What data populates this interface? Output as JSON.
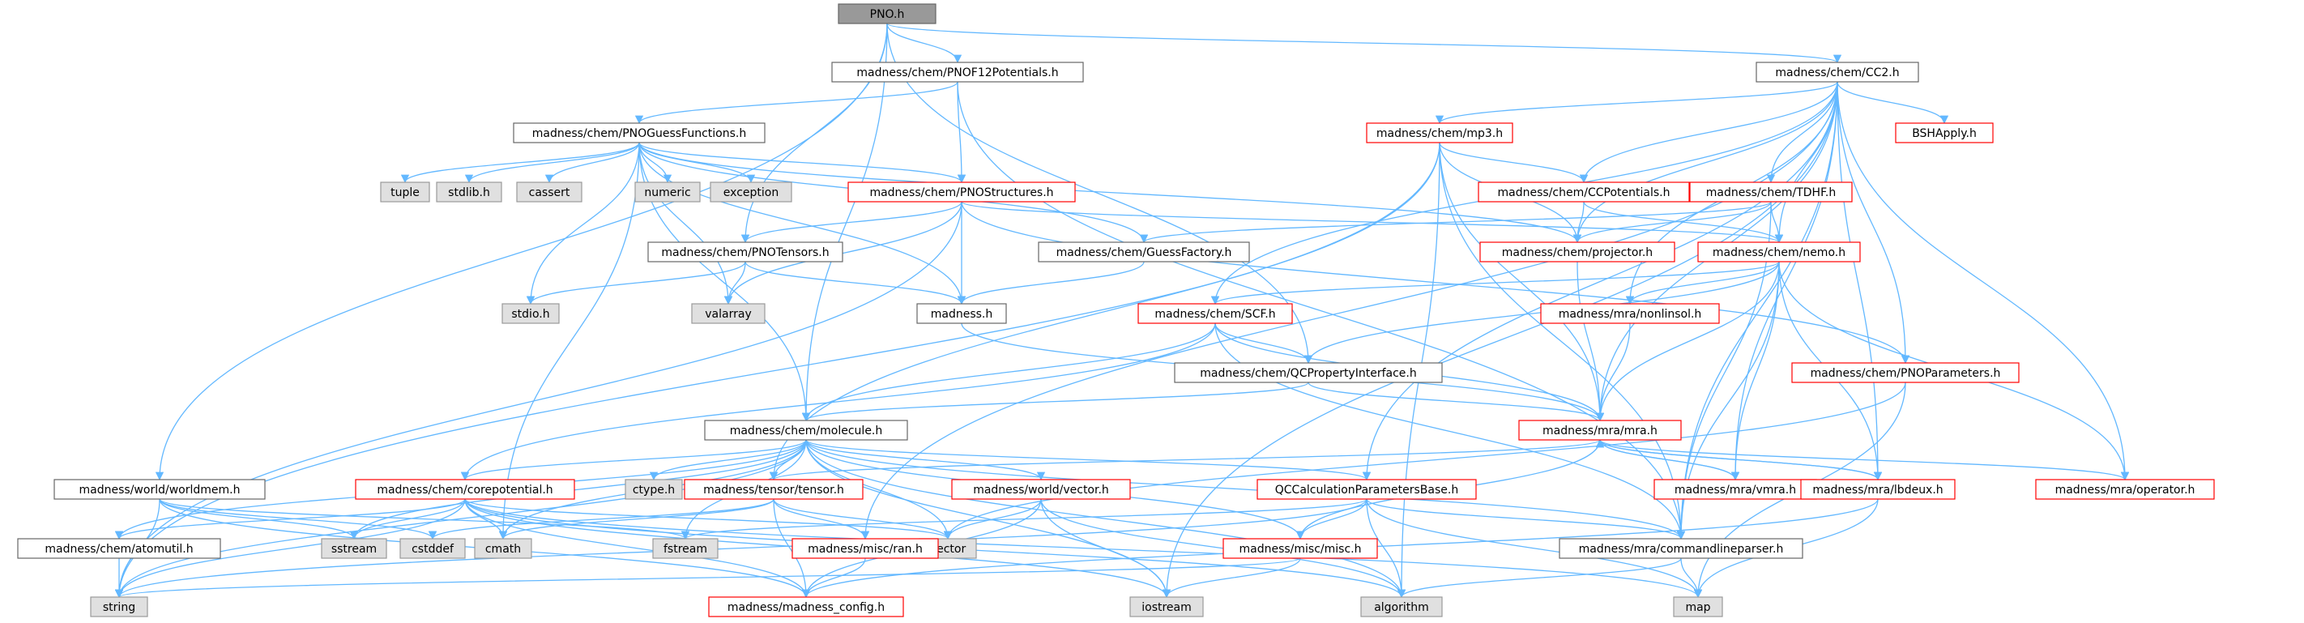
{
  "colors": {
    "root_fill": "#999999",
    "root_stroke": "#666666",
    "doc_fill": "#ffffff",
    "doc_stroke": "#666666",
    "nodoc_fill": "#ffffff",
    "nodoc_stroke": "#ff0000",
    "system_fill": "#e0e0e0",
    "system_stroke": "#999999",
    "text": "#000000",
    "edge": "#63b8ff"
  },
  "nodes": [
    {
      "id": "PNO.h",
      "kind": "root"
    },
    {
      "id": "madness/chem/PNOF12Potentials.h",
      "kind": "doc"
    },
    {
      "id": "madness/chem/CC2.h",
      "kind": "doc"
    },
    {
      "id": "madness/chem/PNOGuessFunctions.h",
      "kind": "doc"
    },
    {
      "id": "madness/chem/mp3.h",
      "kind": "nodoc"
    },
    {
      "id": "BSHApply.h",
      "kind": "nodoc"
    },
    {
      "id": "tuple",
      "kind": "system"
    },
    {
      "id": "stdlib.h",
      "kind": "system"
    },
    {
      "id": "cassert",
      "kind": "system"
    },
    {
      "id": "numeric",
      "kind": "system"
    },
    {
      "id": "exception",
      "kind": "system"
    },
    {
      "id": "madness/chem/PNOStructures.h",
      "kind": "nodoc"
    },
    {
      "id": "madness/chem/CCPotentials.h",
      "kind": "nodoc"
    },
    {
      "id": "madness/chem/TDHF.h",
      "kind": "nodoc"
    },
    {
      "id": "madness/chem/PNOTensors.h",
      "kind": "doc"
    },
    {
      "id": "madness/chem/GuessFactory.h",
      "kind": "doc"
    },
    {
      "id": "madness/chem/projector.h",
      "kind": "nodoc"
    },
    {
      "id": "madness/chem/nemo.h",
      "kind": "nodoc"
    },
    {
      "id": "stdio.h",
      "kind": "system"
    },
    {
      "id": "valarray",
      "kind": "system"
    },
    {
      "id": "madness.h",
      "kind": "doc"
    },
    {
      "id": "madness/chem/SCF.h",
      "kind": "nodoc"
    },
    {
      "id": "madness/mra/nonlinsol.h",
      "kind": "nodoc"
    },
    {
      "id": "madness/chem/QCPropertyInterface.h",
      "kind": "doc"
    },
    {
      "id": "madness/chem/PNOParameters.h",
      "kind": "nodoc"
    },
    {
      "id": "madness/chem/molecule.h",
      "kind": "doc"
    },
    {
      "id": "madness/mra/mra.h",
      "kind": "nodoc"
    },
    {
      "id": "madness/world/worldmem.h",
      "kind": "doc"
    },
    {
      "id": "madness/chem/corepotential.h",
      "kind": "nodoc"
    },
    {
      "id": "ctype.h",
      "kind": "system"
    },
    {
      "id": "madness/tensor/tensor.h",
      "kind": "nodoc"
    },
    {
      "id": "madness/world/vector.h",
      "kind": "nodoc"
    },
    {
      "id": "QCCalculationParametersBase.h",
      "kind": "nodoc"
    },
    {
      "id": "madness/mra/vmra.h",
      "kind": "nodoc"
    },
    {
      "id": "madness/mra/lbdeux.h",
      "kind": "nodoc"
    },
    {
      "id": "madness/mra/operator.h",
      "kind": "nodoc"
    },
    {
      "id": "madness/chem/atomutil.h",
      "kind": "doc"
    },
    {
      "id": "sstream",
      "kind": "system"
    },
    {
      "id": "cstddef",
      "kind": "system"
    },
    {
      "id": "cmath",
      "kind": "system"
    },
    {
      "id": "fstream",
      "kind": "system"
    },
    {
      "id": "vector",
      "kind": "system"
    },
    {
      "id": "madness/misc/ran.h",
      "kind": "nodoc"
    },
    {
      "id": "madness/misc/misc.h",
      "kind": "nodoc"
    },
    {
      "id": "madness/mra/commandlineparser.h",
      "kind": "doc"
    },
    {
      "id": "string",
      "kind": "system"
    },
    {
      "id": "madness/madness_config.h",
      "kind": "nodoc"
    },
    {
      "id": "iostream",
      "kind": "system"
    },
    {
      "id": "algorithm",
      "kind": "system"
    },
    {
      "id": "map",
      "kind": "system"
    }
  ]
}
